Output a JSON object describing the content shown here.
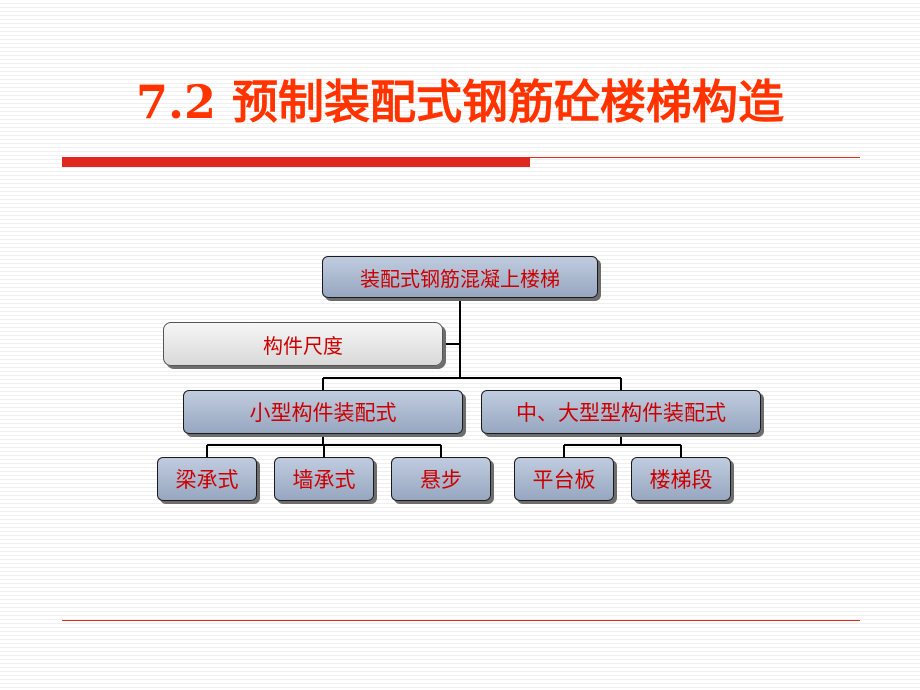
{
  "slide": {
    "title": "7.2 预制装配式钢筋砼楼梯构造"
  },
  "colors": {
    "title": "#ff3300",
    "accent_rule": "#e0281f",
    "node_text": "#cc0000",
    "node_fill": "#b0bdd2",
    "side_node_fill": "#e8e8e8"
  },
  "diagram": {
    "root": "装配式钢筋混凝上楼梯",
    "side_note": "构件尺度",
    "branches": [
      {
        "label": "小型构件装配式",
        "children": [
          "梁承式",
          "墙承式",
          "悬步"
        ]
      },
      {
        "label": "中、大型型构件装配式",
        "children": [
          "平台板",
          "楼梯段"
        ]
      }
    ]
  }
}
